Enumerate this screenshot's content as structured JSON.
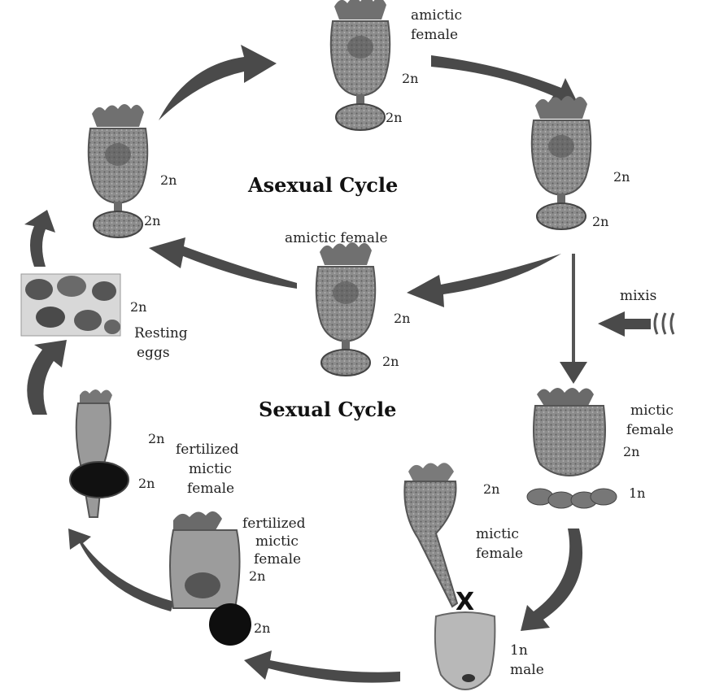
{
  "titles": {
    "asexual": "Asexual Cycle",
    "sexual": "Sexual Cycle"
  },
  "labels": {
    "top": [
      "amictic",
      "female"
    ],
    "middle_amictic": "amictic female",
    "mixis": "mixis",
    "resting_eggs": [
      "Resting",
      "eggs"
    ],
    "mictic_female_right": [
      "mictic",
      "female"
    ],
    "mictic_female_center": [
      "mictic",
      "female"
    ],
    "fertilized_1": [
      "fertilized",
      "mictic",
      "female"
    ],
    "fertilized_2": [
      "fertilized",
      "mictic",
      "female"
    ],
    "male": [
      "1n",
      "male"
    ],
    "cross": "X"
  },
  "ploidy": {
    "two_n": "2n",
    "one_n": "1n"
  },
  "colors": {
    "arrow": "#4a4a4a",
    "body": "#8a8a8a",
    "dark": "#222222"
  }
}
